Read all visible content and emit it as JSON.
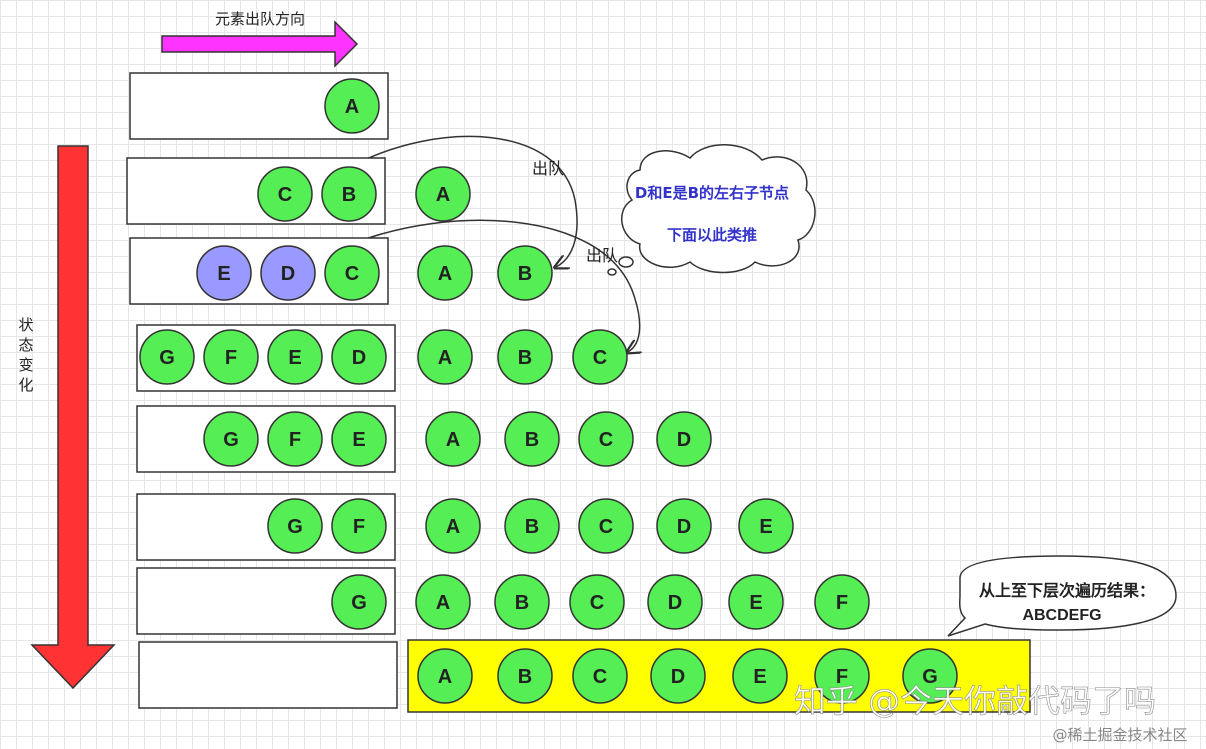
{
  "direction_label": "元素出队方向",
  "state_label": [
    "状",
    "态",
    "变",
    "化"
  ],
  "dequeue_label": "出队",
  "cloud_note": [
    "D和E是B的左右子节点",
    "下面以此类推"
  ],
  "result_note": [
    "从上至下层次遍历结果：",
    "ABCDEFG"
  ],
  "watermark": "知乎 @今天你敲代码了吗",
  "watermark_sub": "@稀土掘金技术社区",
  "colors": {
    "node_green": "#55ee55",
    "node_purple": "#9999ff",
    "result_bg": "#ffff00",
    "arrow_magenta": "#ff33ff",
    "arrow_red": "#ff3333"
  },
  "rows": [
    {
      "queue": [
        "A"
      ],
      "output": []
    },
    {
      "queue": [
        "C",
        "B"
      ],
      "output": [
        "A"
      ]
    },
    {
      "queue": [
        "E",
        "D",
        "C"
      ],
      "output": [
        "A",
        "B"
      ]
    },
    {
      "queue": [
        "G",
        "F",
        "E",
        "D"
      ],
      "output": [
        "A",
        "B",
        "C"
      ]
    },
    {
      "queue": [
        "G",
        "F",
        "E"
      ],
      "output": [
        "A",
        "B",
        "C",
        "D"
      ]
    },
    {
      "queue": [
        "G",
        "F"
      ],
      "output": [
        "A",
        "B",
        "C",
        "D",
        "E"
      ]
    },
    {
      "queue": [
        "G"
      ],
      "output": [
        "A",
        "B",
        "C",
        "D",
        "E",
        "F"
      ]
    },
    {
      "queue": [],
      "output": [
        "A",
        "B",
        "C",
        "D",
        "E",
        "F",
        "G"
      ]
    }
  ]
}
